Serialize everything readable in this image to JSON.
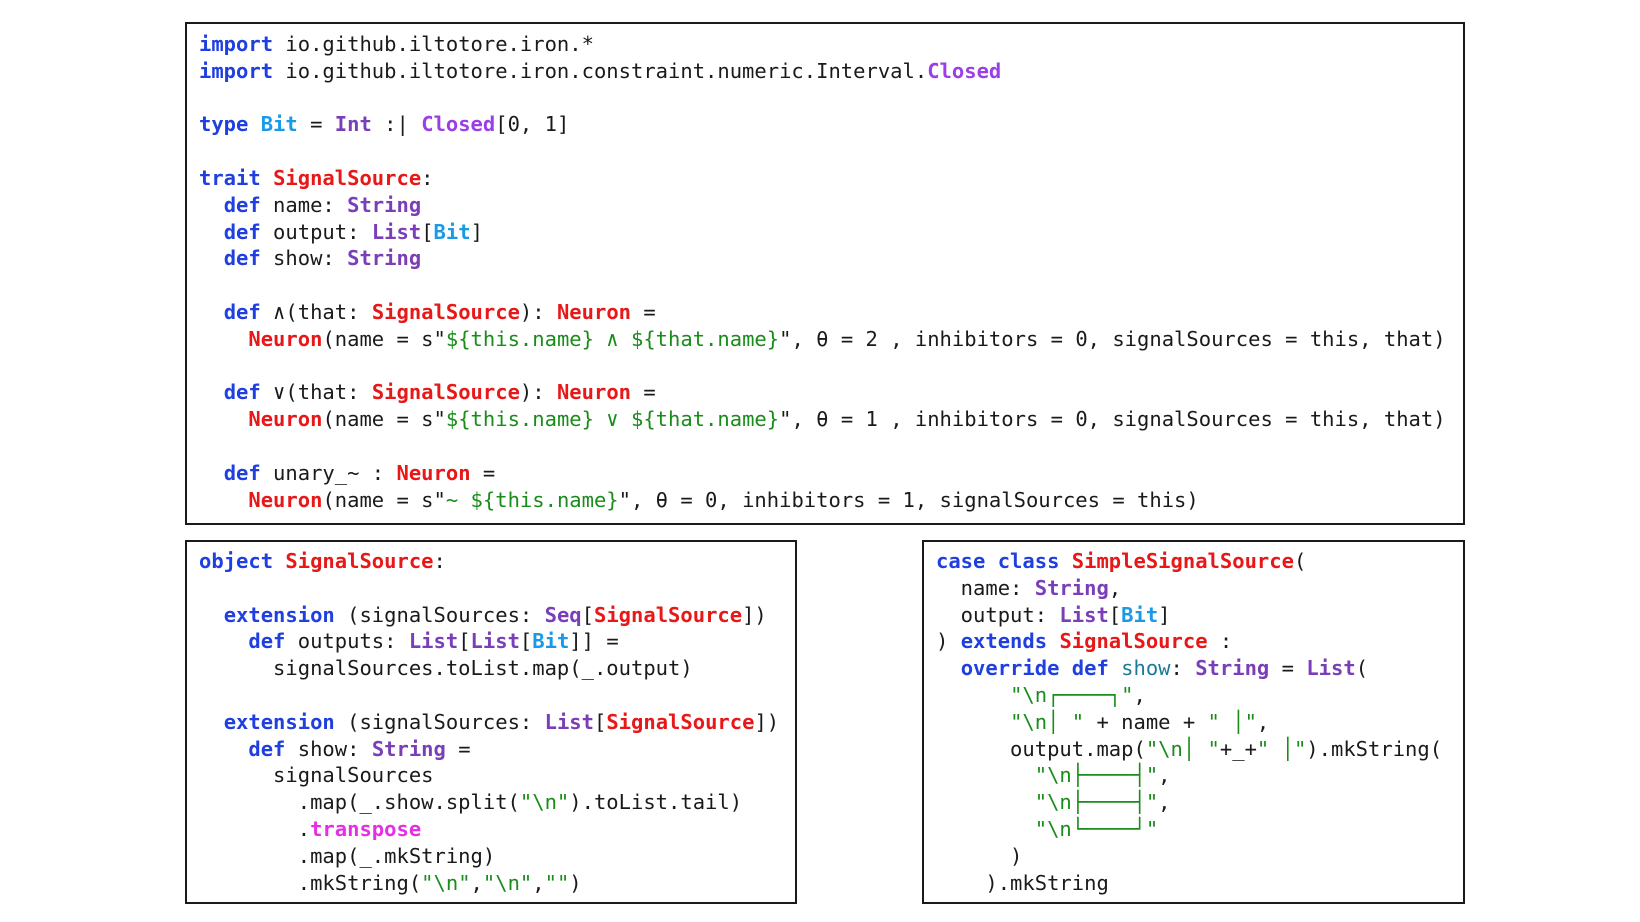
{
  "panels": [
    {
      "id": "trait-signal-source",
      "lines": [
        [
          [
            "kw",
            "import"
          ],
          [
            "plain",
            " io.github.iltotore.iron.*"
          ]
        ],
        [
          [
            "kw",
            "import"
          ],
          [
            "plain",
            " io.github.iltotore.iron.constraint.numeric.Interval."
          ],
          [
            "closed",
            "Closed"
          ]
        ],
        [],
        [
          [
            "kw",
            "type"
          ],
          [
            "plain",
            " "
          ],
          [
            "bit",
            "Bit"
          ],
          [
            "plain",
            " = "
          ],
          [
            "type",
            "Int"
          ],
          [
            "plain",
            " :| "
          ],
          [
            "closed",
            "Closed"
          ],
          [
            "plain",
            "[0, 1]"
          ]
        ],
        [],
        [
          [
            "kw",
            "trait"
          ],
          [
            "plain",
            " "
          ],
          [
            "cls",
            "SignalSource"
          ],
          [
            "plain",
            ":"
          ]
        ],
        [
          [
            "plain",
            "  "
          ],
          [
            "kw",
            "def"
          ],
          [
            "plain",
            " name: "
          ],
          [
            "type",
            "String"
          ]
        ],
        [
          [
            "plain",
            "  "
          ],
          [
            "kw",
            "def"
          ],
          [
            "plain",
            " output: "
          ],
          [
            "type",
            "List"
          ],
          [
            "plain",
            "["
          ],
          [
            "bit",
            "Bit"
          ],
          [
            "plain",
            "]"
          ]
        ],
        [
          [
            "plain",
            "  "
          ],
          [
            "kw",
            "def"
          ],
          [
            "plain",
            " show: "
          ],
          [
            "type",
            "String"
          ]
        ],
        [],
        [
          [
            "plain",
            "  "
          ],
          [
            "kw",
            "def"
          ],
          [
            "plain",
            " ∧(that: "
          ],
          [
            "cls",
            "SignalSource"
          ],
          [
            "plain",
            "): "
          ],
          [
            "cls",
            "Neuron"
          ],
          [
            "plain",
            " ="
          ]
        ],
        [
          [
            "plain",
            "    "
          ],
          [
            "cls",
            "Neuron"
          ],
          [
            "plain",
            "(name = s\""
          ],
          [
            "str",
            "${this.name} ∧ ${that.name}"
          ],
          [
            "plain",
            "\", θ = 2 , inhibitors = 0, signalSources = this, that)"
          ]
        ],
        [],
        [
          [
            "plain",
            "  "
          ],
          [
            "kw",
            "def"
          ],
          [
            "plain",
            " ∨(that: "
          ],
          [
            "cls",
            "SignalSource"
          ],
          [
            "plain",
            "): "
          ],
          [
            "cls",
            "Neuron"
          ],
          [
            "plain",
            " ="
          ]
        ],
        [
          [
            "plain",
            "    "
          ],
          [
            "cls",
            "Neuron"
          ],
          [
            "plain",
            "(name = s\""
          ],
          [
            "str",
            "${this.name} ∨ ${that.name}"
          ],
          [
            "plain",
            "\", θ = 1 , inhibitors = 0, signalSources = this, that)"
          ]
        ],
        [],
        [
          [
            "plain",
            "  "
          ],
          [
            "kw",
            "def"
          ],
          [
            "plain",
            " unary_~ : "
          ],
          [
            "cls",
            "Neuron"
          ],
          [
            "plain",
            " ="
          ]
        ],
        [
          [
            "plain",
            "    "
          ],
          [
            "cls",
            "Neuron"
          ],
          [
            "plain",
            "(name = s\""
          ],
          [
            "str",
            "~ ${this.name}"
          ],
          [
            "plain",
            "\", θ = 0, inhibitors = 1, signalSources = this)"
          ]
        ]
      ]
    },
    {
      "id": "object-signal-source",
      "lines": [
        [
          [
            "kw",
            "object"
          ],
          [
            "plain",
            " "
          ],
          [
            "cls",
            "SignalSource"
          ],
          [
            "plain",
            ":"
          ]
        ],
        [],
        [
          [
            "plain",
            "  "
          ],
          [
            "kw",
            "extension"
          ],
          [
            "plain",
            " (signalSources: "
          ],
          [
            "type",
            "Seq"
          ],
          [
            "plain",
            "["
          ],
          [
            "cls",
            "SignalSource"
          ],
          [
            "plain",
            "])"
          ]
        ],
        [
          [
            "plain",
            "    "
          ],
          [
            "kw",
            "def"
          ],
          [
            "plain",
            " outputs: "
          ],
          [
            "type",
            "List"
          ],
          [
            "plain",
            "["
          ],
          [
            "type",
            "List"
          ],
          [
            "plain",
            "["
          ],
          [
            "bit",
            "Bit"
          ],
          [
            "plain",
            "]] ="
          ]
        ],
        [
          [
            "plain",
            "      signalSources.toList.map(_.output)"
          ]
        ],
        [],
        [
          [
            "plain",
            "  "
          ],
          [
            "kw",
            "extension"
          ],
          [
            "plain",
            " (signalSources: "
          ],
          [
            "type",
            "List"
          ],
          [
            "plain",
            "["
          ],
          [
            "cls",
            "SignalSource"
          ],
          [
            "plain",
            "])"
          ]
        ],
        [
          [
            "plain",
            "    "
          ],
          [
            "kw",
            "def"
          ],
          [
            "plain",
            " show: "
          ],
          [
            "type",
            "String"
          ],
          [
            "plain",
            " ="
          ]
        ],
        [
          [
            "plain",
            "      signalSources"
          ]
        ],
        [
          [
            "plain",
            "        .map(_.show.split("
          ],
          [
            "str",
            "\"\\n\""
          ],
          [
            "plain",
            ").toList.tail)"
          ]
        ],
        [
          [
            "plain",
            "        ."
          ],
          [
            "mag",
            "transpose"
          ]
        ],
        [
          [
            "plain",
            "        .map(_.mkString)"
          ]
        ],
        [
          [
            "plain",
            "        .mkString("
          ],
          [
            "str",
            "\"\\n\""
          ],
          [
            "plain",
            ","
          ],
          [
            "str",
            "\"\\n\""
          ],
          [
            "plain",
            ","
          ],
          [
            "str",
            "\"\""
          ],
          [
            "plain",
            ")"
          ]
        ]
      ]
    },
    {
      "id": "case-class-simple-signal-source",
      "lines": [
        [
          [
            "kw",
            "case"
          ],
          [
            "plain",
            " "
          ],
          [
            "kw",
            "class"
          ],
          [
            "plain",
            " "
          ],
          [
            "cls",
            "SimpleSignalSource"
          ],
          [
            "plain",
            "("
          ]
        ],
        [
          [
            "plain",
            "  name: "
          ],
          [
            "type",
            "String"
          ],
          [
            "plain",
            ","
          ]
        ],
        [
          [
            "plain",
            "  output: "
          ],
          [
            "type",
            "List"
          ],
          [
            "plain",
            "["
          ],
          [
            "bit",
            "Bit"
          ],
          [
            "plain",
            "]"
          ]
        ],
        [
          [
            "plain",
            ") "
          ],
          [
            "kw",
            "extends"
          ],
          [
            "plain",
            " "
          ],
          [
            "cls",
            "SignalSource"
          ],
          [
            "plain",
            " :"
          ]
        ],
        [
          [
            "plain",
            "  "
          ],
          [
            "kw",
            "override"
          ],
          [
            "plain",
            " "
          ],
          [
            "kw",
            "def"
          ],
          [
            "plain",
            " "
          ],
          [
            "fn",
            "show"
          ],
          [
            "plain",
            ": "
          ],
          [
            "type",
            "String"
          ],
          [
            "plain",
            " = "
          ],
          [
            "type",
            "List"
          ],
          [
            "plain",
            "("
          ]
        ],
        [
          [
            "plain",
            "      "
          ],
          [
            "str",
            "\"\\n┌────┐\""
          ],
          [
            "plain",
            ","
          ]
        ],
        [
          [
            "plain",
            "      "
          ],
          [
            "str",
            "\"\\n│ \""
          ],
          [
            "plain",
            " + name + "
          ],
          [
            "str",
            "\" │\""
          ],
          [
            "plain",
            ","
          ]
        ],
        [
          [
            "plain",
            "      output.map("
          ],
          [
            "str",
            "\"\\n│ \""
          ],
          [
            "plain",
            "+_+"
          ],
          [
            "str",
            "\" │\""
          ],
          [
            "plain",
            ").mkString("
          ]
        ],
        [
          [
            "plain",
            "        "
          ],
          [
            "str",
            "\"\\n├────┤\""
          ],
          [
            "plain",
            ","
          ]
        ],
        [
          [
            "plain",
            "        "
          ],
          [
            "str",
            "\"\\n├────┤\""
          ],
          [
            "plain",
            ","
          ]
        ],
        [
          [
            "plain",
            "        "
          ],
          [
            "str",
            "\"\\n└────┘\""
          ]
        ],
        [
          [
            "plain",
            "      )"
          ]
        ],
        [
          [
            "plain",
            "    ).mkString"
          ]
        ]
      ]
    }
  ]
}
